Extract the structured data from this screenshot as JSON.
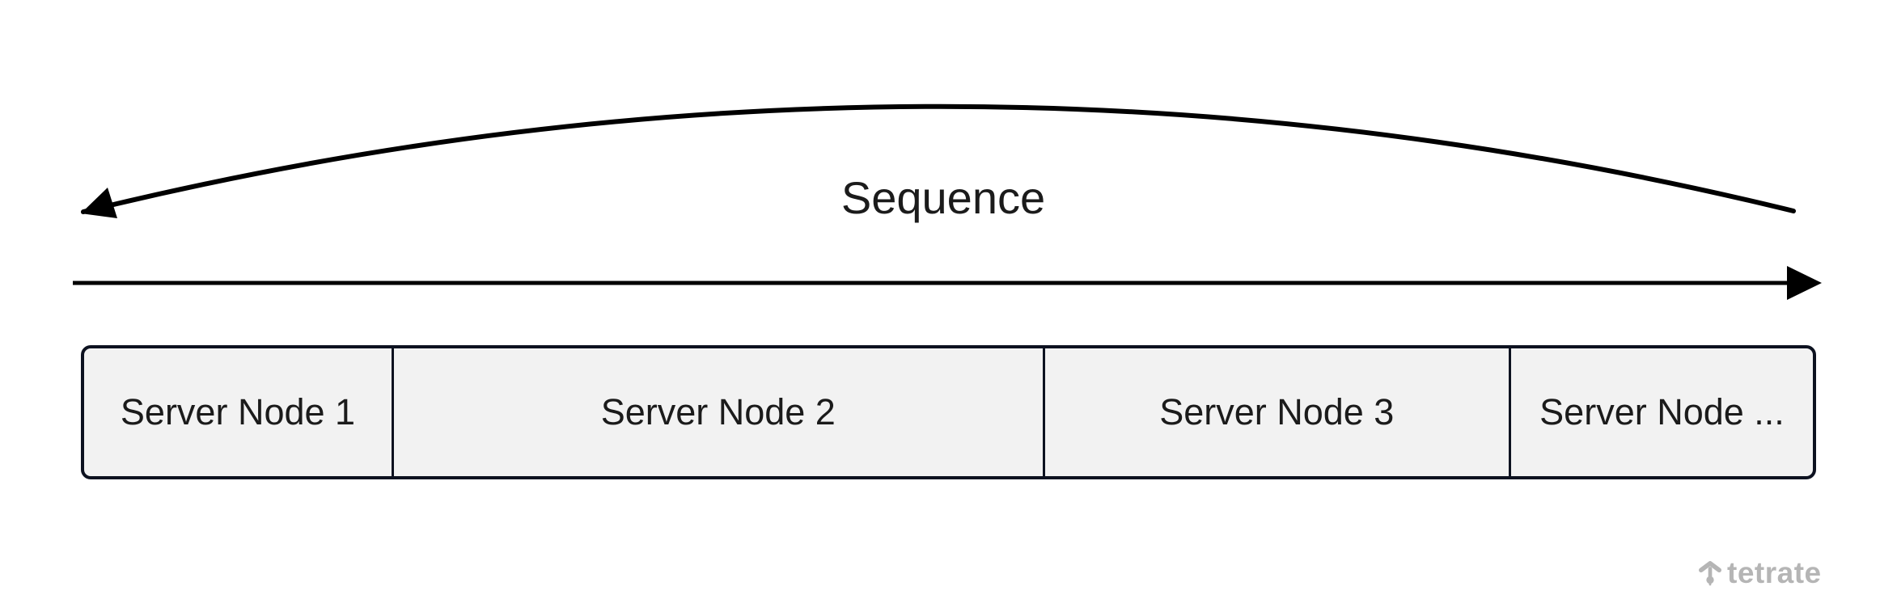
{
  "diagram": {
    "sequence_label": "Sequence",
    "nodes": [
      {
        "label": "Server Node 1"
      },
      {
        "label": "Server Node 2"
      },
      {
        "label": "Server Node 3"
      },
      {
        "label": "Server Node ..."
      }
    ],
    "icons": {
      "arc_left_arrowhead": "arrowhead-left-icon",
      "line_right_arrowhead": "arrowhead-right-icon"
    },
    "colors": {
      "background": "#ffffff",
      "arrow": "#000000",
      "box_fill": "#f2f2f2",
      "box_border": "#0d1220",
      "text": "#1b1b1b",
      "logo": "#b5b5b5"
    }
  },
  "branding": {
    "logo_text": "tetrate"
  }
}
